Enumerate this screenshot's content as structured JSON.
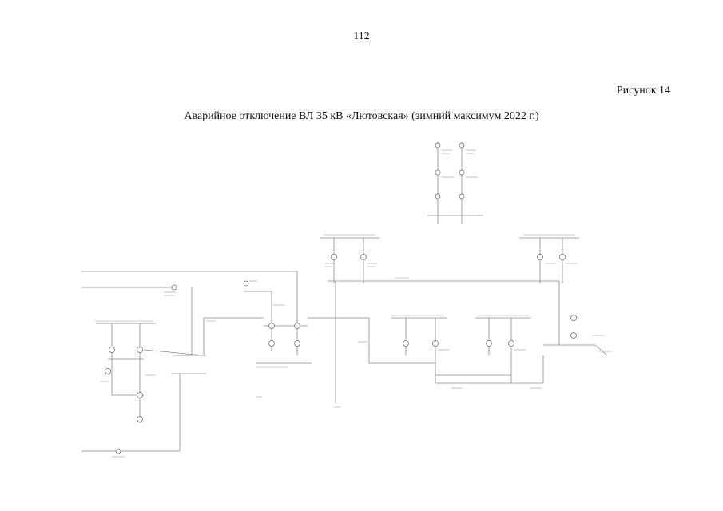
{
  "page": {
    "number": "112",
    "figure_label": "Рисунок 14",
    "figure_title": "Аварийное отключение ВЛ 35 кВ «Лютовская» (зимний максимум 2022 г.)"
  },
  "diagram": {
    "line_color": "#8a8a8a",
    "node_color": "#6f6f6f",
    "label_color": "#9a9a9a"
  }
}
